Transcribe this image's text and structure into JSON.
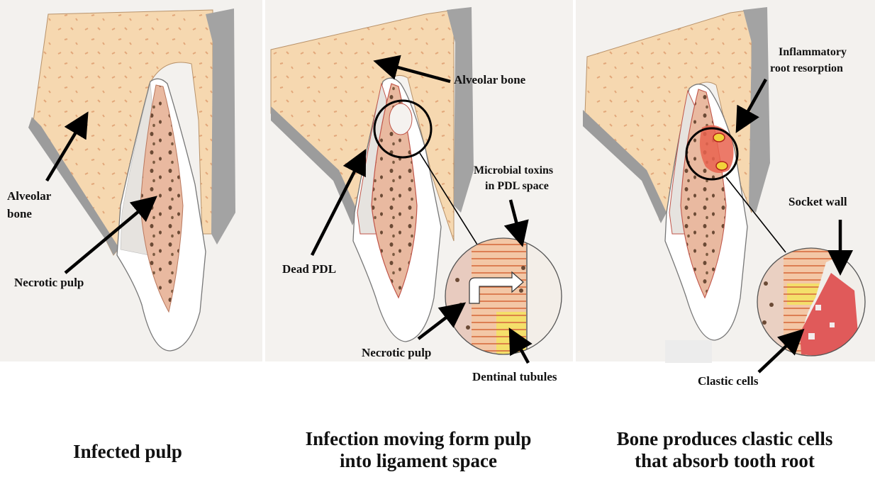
{
  "panels": [
    {
      "caption": "Infected pulp",
      "labels": {
        "alveolar_bone": "Alveolar bone",
        "necrotic_pulp": "Necrotic pulp"
      }
    },
    {
      "caption_line1": "Infection moving form pulp",
      "caption_line2": "into ligament space",
      "labels": {
        "alveolar_bone": "Alveolar bone",
        "microbial_toxins_1": "Microbial  toxins",
        "microbial_toxins_2": "in PDL space",
        "dead_pdl": "Dead PDL",
        "necrotic_pulp": "Necrotic pulp",
        "dentinal_tubules": "Dentinal tubules"
      }
    },
    {
      "caption_line1": "Bone produces clastic cells",
      "caption_line2": "that absorb tooth root",
      "labels": {
        "inflammatory_1": "Inflammatory",
        "inflammatory_2": "root resorption",
        "socket_wall": "Socket wall",
        "clastic_cells": "Clastic cells"
      }
    }
  ],
  "colors": {
    "bone": "#f6d8b0",
    "bone_spots": "#e2a77a",
    "cortical": "#9a9a9a",
    "pdl": "#e9e6e3",
    "pulp": "#e8b79e",
    "inflammation": "#e0443a",
    "resorption_yellow": "#f2d23a"
  }
}
